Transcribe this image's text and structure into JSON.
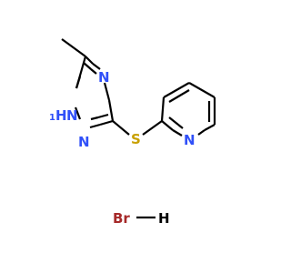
{
  "colors": {
    "bond": "#000000",
    "nitrogen": "#3050f8",
    "sulfur": "#c8a000",
    "bromine": "#a62929",
    "hydrogen": "#000000"
  },
  "atoms": {
    "n_ring_top": "N",
    "n_ring_nh": "N",
    "nh_h": "H",
    "nh_one": "1",
    "n_ring_bottom": "N",
    "sulfur": "S",
    "n_pyridine": "N",
    "bromine": "Br",
    "hydrogen": "H"
  }
}
